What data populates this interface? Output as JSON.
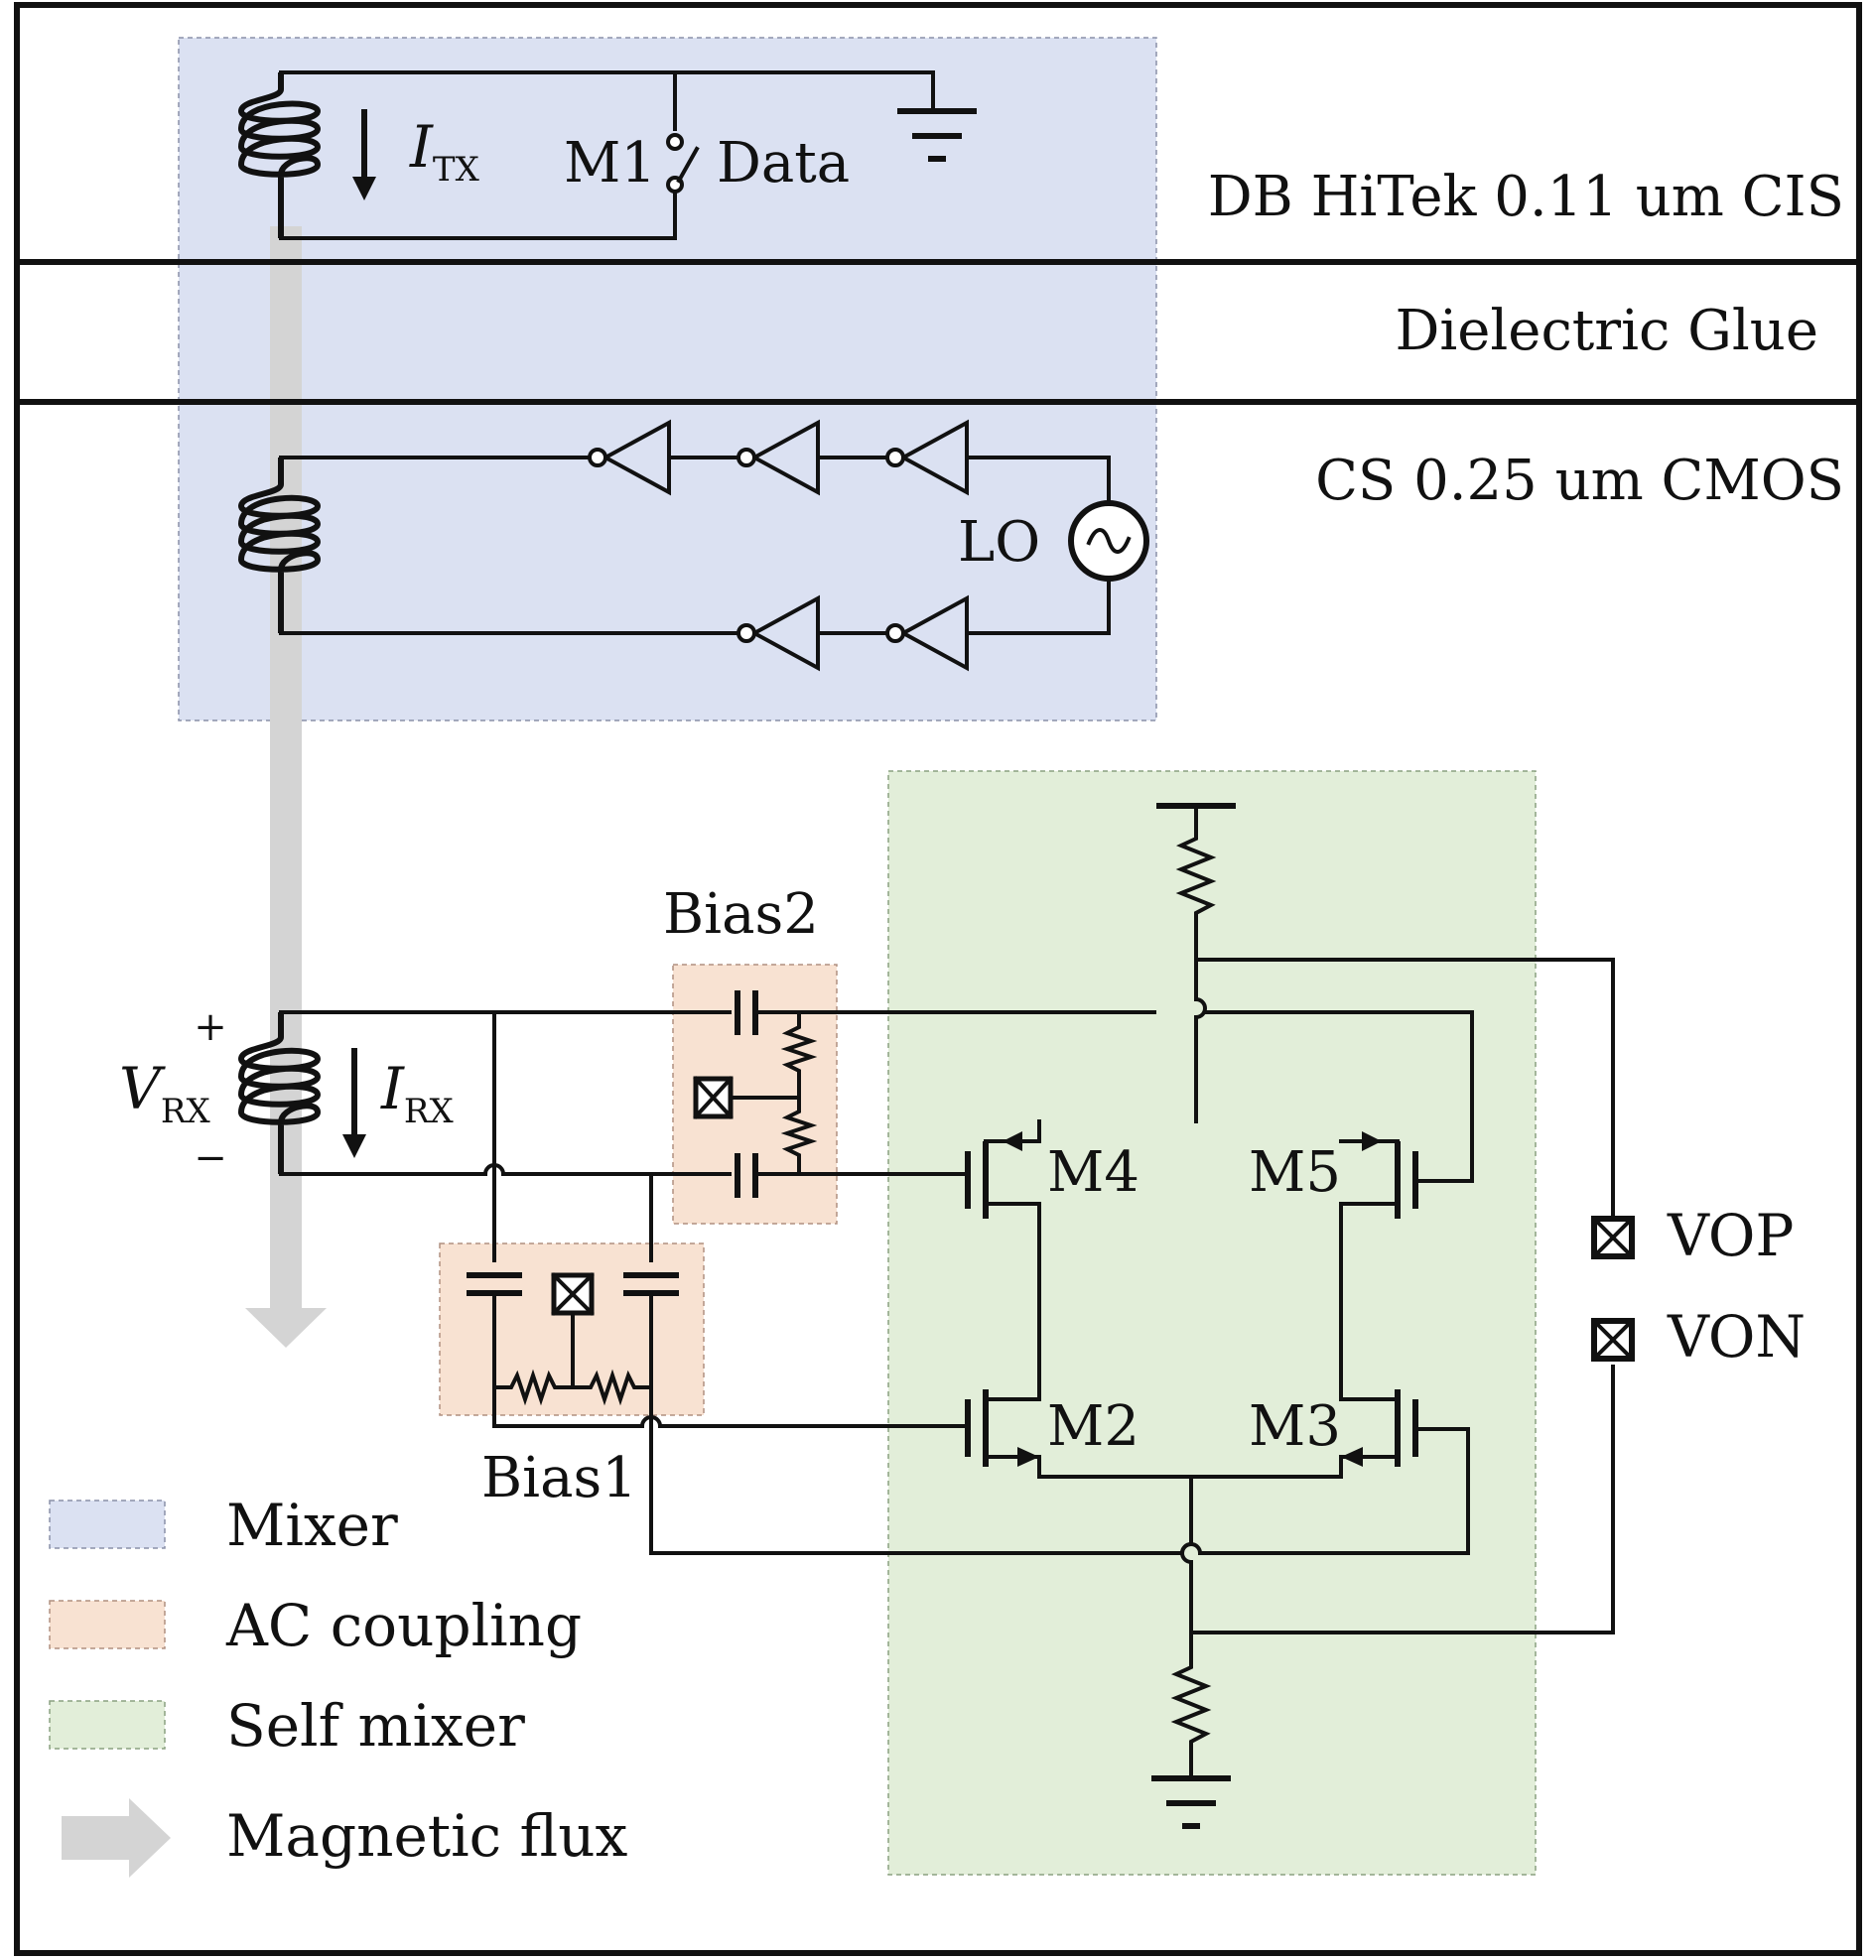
{
  "layers": {
    "top": "DB HiTek 0.11 um CIS",
    "middle": "Dielectric Glue",
    "bottom": "CS 0.25 um CMOS"
  },
  "labels": {
    "itx_main": "I",
    "itx_sub": "TX",
    "m1": "M1",
    "data": "Data",
    "lo": "LO",
    "vrx_main": "V",
    "vrx_sub": "RX",
    "irx_main": "I",
    "irx_sub": "RX",
    "plus": "+",
    "minus": "−",
    "bias1": "Bias1",
    "bias2": "Bias2",
    "m2": "M2",
    "m3": "M3",
    "m4": "M4",
    "m5": "M5",
    "vop": "VOP",
    "von": "VON"
  },
  "legend": [
    {
      "label": "Mixer",
      "color": "#dbe1f2"
    },
    {
      "label": "AC coupling",
      "color": "#f8e2d2"
    },
    {
      "label": "Self mixer",
      "color": "#e2eed9"
    },
    {
      "label": "Magnetic flux",
      "color": "#d6d6d6"
    }
  ],
  "colors": {
    "mixer": "#dbe1f2",
    "ac_coupling": "#f8e2d2",
    "self_mixer": "#e2eed9",
    "flux": "#d4d4d4"
  }
}
